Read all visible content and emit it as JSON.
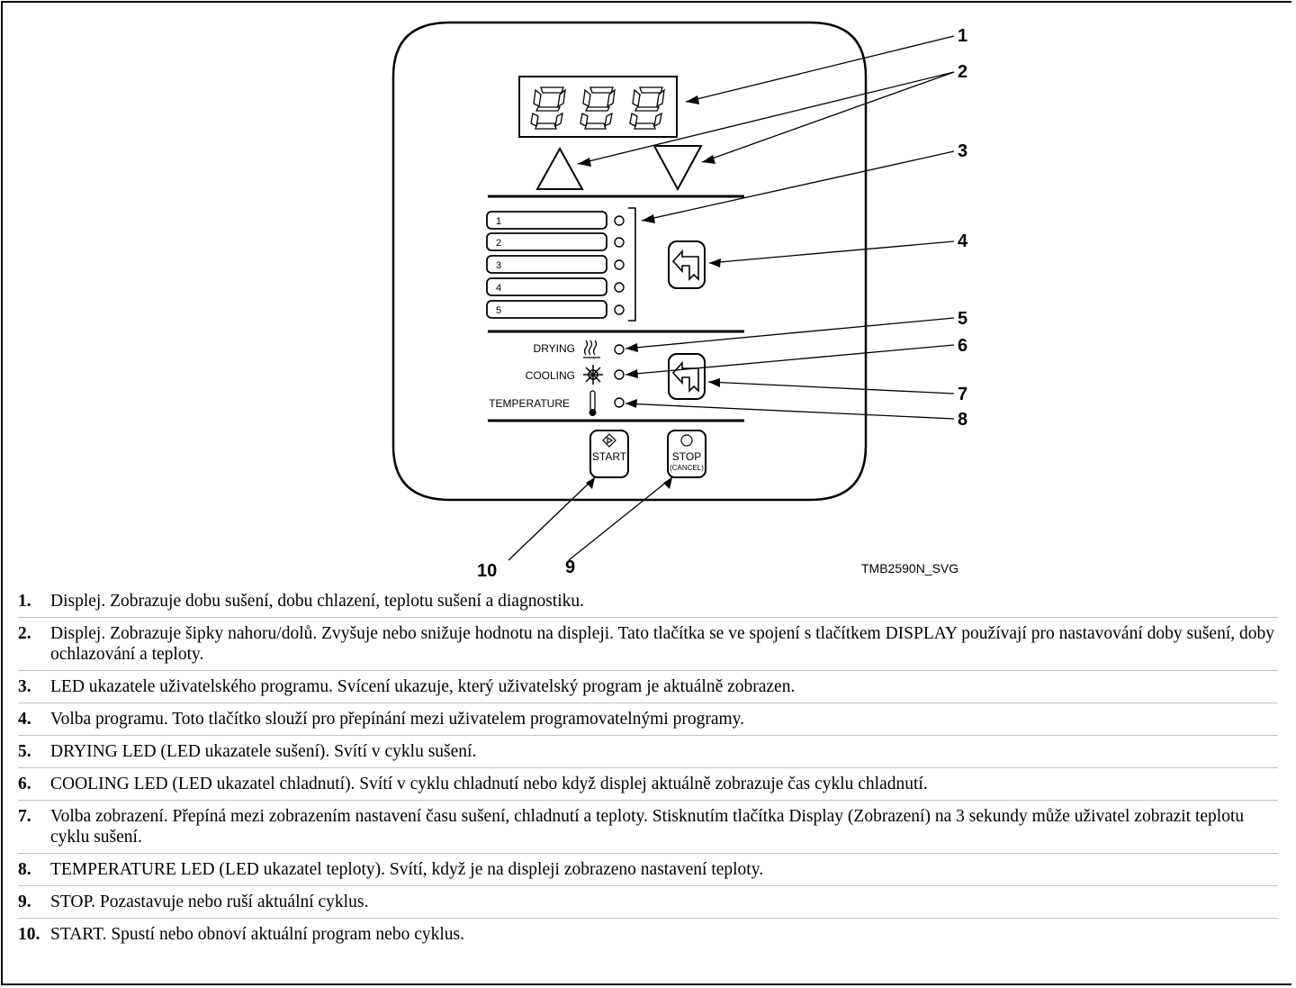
{
  "panel": {
    "program_buttons": [
      "1",
      "2",
      "3",
      "4",
      "5"
    ],
    "status_leds": [
      {
        "label": "DRYING",
        "icon": "heat-waves-icon"
      },
      {
        "label": "COOLING",
        "icon": "snowflake-sun-icon"
      },
      {
        "label": "TEMPERATURE",
        "icon": "thermometer-icon"
      }
    ],
    "start_label": "START",
    "stop_label": "STOP",
    "stop_sublabel": "(CANCEL)"
  },
  "callouts": [
    "1",
    "2",
    "3",
    "4",
    "5",
    "6",
    "7",
    "8",
    "9",
    "10"
  ],
  "figure_id": "TMB2590N_SVG",
  "legend": [
    {
      "num": "1.",
      "text": "Displej. Zobrazuje dobu sušení, dobu chlazení, teplotu sušení a diagnostiku."
    },
    {
      "num": "2.",
      "text": "Displej. Zobrazuje šipky nahoru/dolů. Zvyšuje nebo snižuje hodnotu na displeji. Tato tlačítka se ve spojení s tlačítkem DISPLAY používají pro nastavování doby sušení, doby ochlazování a teploty."
    },
    {
      "num": "3.",
      "text": "LED ukazatele uživatelského programu. Svícení ukazuje, který uživatelský program je aktuálně zobrazen."
    },
    {
      "num": "4.",
      "text": "Volba programu. Toto tlačítko slouží pro přepínání mezi uživatelem programovatelnými programy."
    },
    {
      "num": "5.",
      "text": "DRYING LED (LED ukazatele sušení). Svítí v cyklu sušení."
    },
    {
      "num": "6.",
      "text": "COOLING LED (LED ukazatel chladnutí). Svítí v cyklu chladnutí nebo když displej aktuálně zobrazuje čas cyklu chladnutí."
    },
    {
      "num": "7.",
      "text": "Volba zobrazení. Přepíná mezi zobrazením nastavení času sušení, chladnutí a teploty. Stisknutím tlačítka Display (Zobrazení) na 3 sekundy může uživatel zobrazit teplotu cyklu sušení."
    },
    {
      "num": "8.",
      "text": "TEMPERATURE LED (LED ukazatel teploty). Svítí, když je na displeji zobrazeno nastavení teploty."
    },
    {
      "num": "9.",
      "text": "STOP. Pozastavuje nebo ruší aktuální cyklus."
    },
    {
      "num": "10.",
      "text": "START. Spustí nebo obnoví aktuální program nebo cyklus."
    }
  ]
}
